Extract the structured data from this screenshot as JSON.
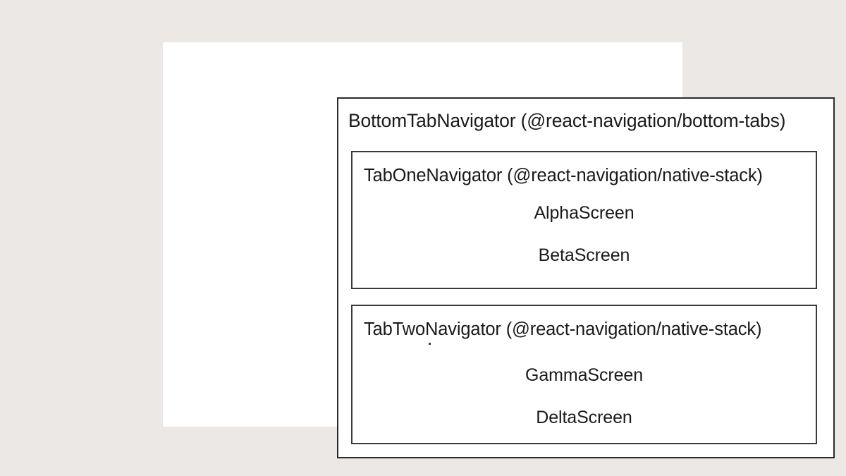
{
  "canvas": {
    "background_color": "#ece8e5",
    "paper_color": "#ffffff",
    "ink_color": "#1a1a1a"
  },
  "diagram": {
    "root": {
      "title": "BottomTabNavigator (@react-navigation/bottom-tabs)",
      "package": "@react-navigation/bottom-tabs",
      "children": [
        {
          "title": "TabOneNavigator (@react-navigation/native-stack)",
          "package": "@react-navigation/native-stack",
          "screens": [
            {
              "label": "AlphaScreen"
            },
            {
              "label": "BetaScreen"
            }
          ]
        },
        {
          "title": "TabTwoNavigator (@react-navigation/native-stack)",
          "package": "@react-navigation/native-stack",
          "screens": [
            {
              "label": "GammaScreen"
            },
            {
              "label": "DeltaScreen"
            }
          ]
        }
      ]
    }
  }
}
